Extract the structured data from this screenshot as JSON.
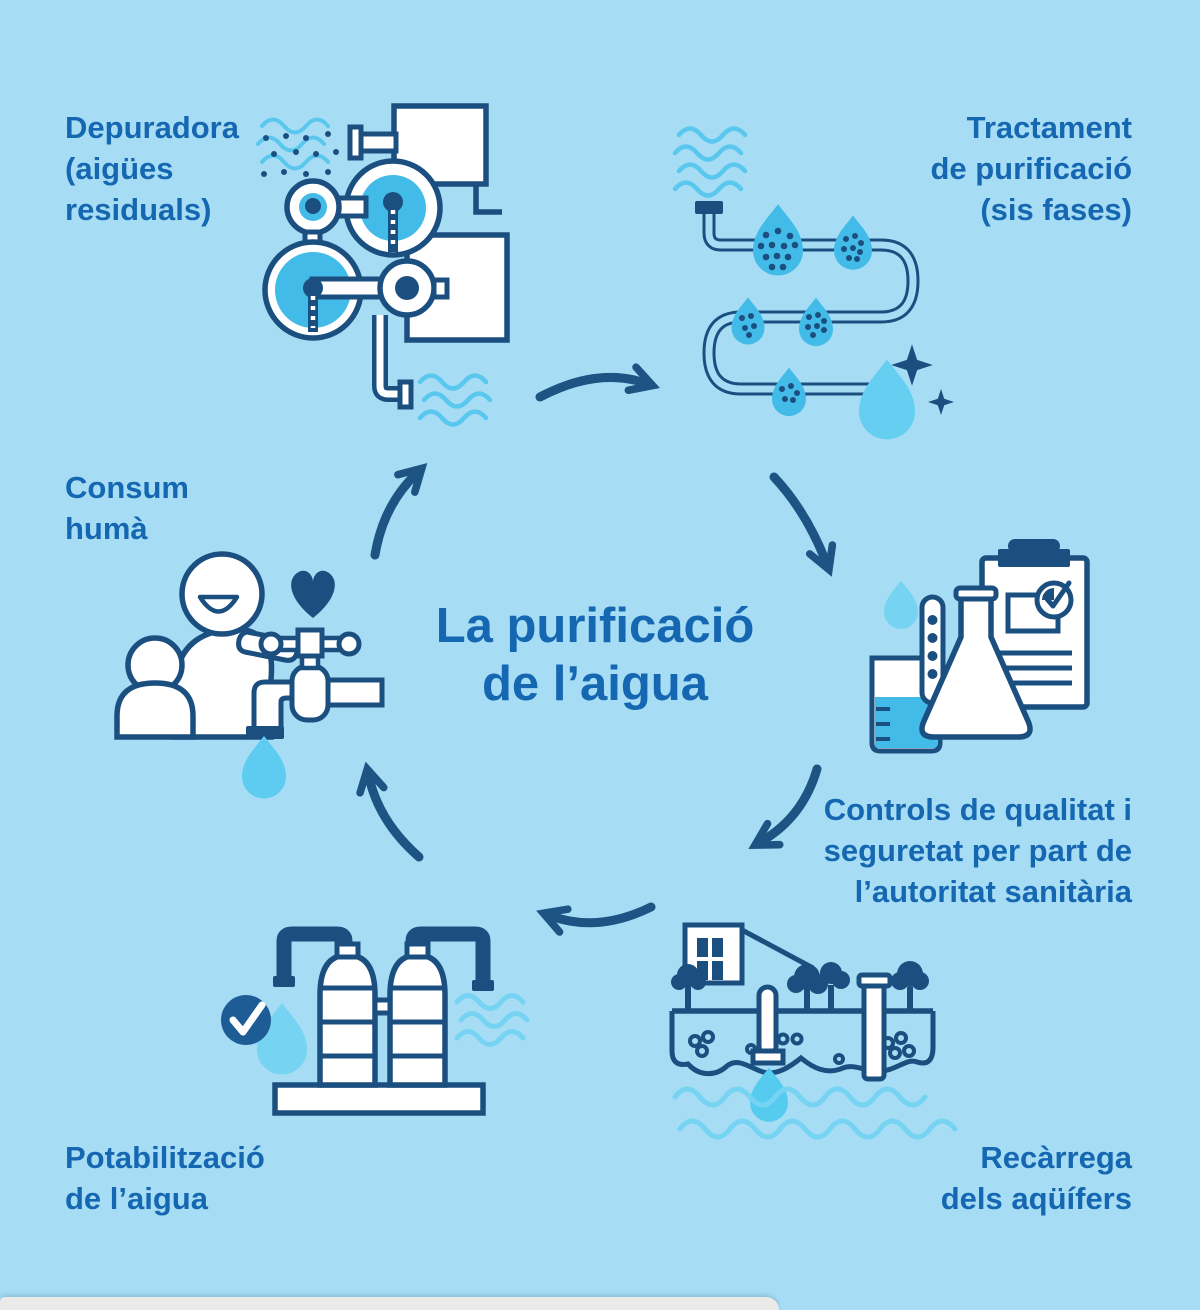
{
  "title": "La purificació\nde l’aigua",
  "stages": {
    "depuradora": {
      "label": "Depuradora\n(aigües\nresiduals)",
      "icon": "wastewater-plant-icon"
    },
    "tractament": {
      "label": "Tractament\nde purificació\n(sis fases)",
      "icon": "purification-pipeline-icon"
    },
    "controls": {
      "label": "Controls de qualitat i\nseguretat per part de\nl’autoritat sanitària",
      "icon": "quality-control-lab-icon"
    },
    "recarrega": {
      "label": "Recàrrega\ndels aqüífers",
      "icon": "aquifer-recharge-icon"
    },
    "potabilitzacio": {
      "label": "Potabilització\nde l’aigua",
      "icon": "potabilization-tanks-icon"
    },
    "consum": {
      "label": "Consum\nhumà",
      "icon": "human-consumption-icon"
    }
  },
  "cycle": {
    "arrow_count": 6,
    "direction": "clockwise"
  },
  "colors": {
    "background": "#A6DDF5",
    "text_blue": "#1467B0",
    "outline_navy": "#1B4F80",
    "arrow_blue": "#1D5483",
    "medium_blue": "#42BBE8",
    "light_cyan": "#76D4F2",
    "wave_blue": "#59C7EE",
    "check_circle_blue": "#1E5C95",
    "white": "#FFFFFF",
    "bottom_bar": "#EAEAE8"
  }
}
